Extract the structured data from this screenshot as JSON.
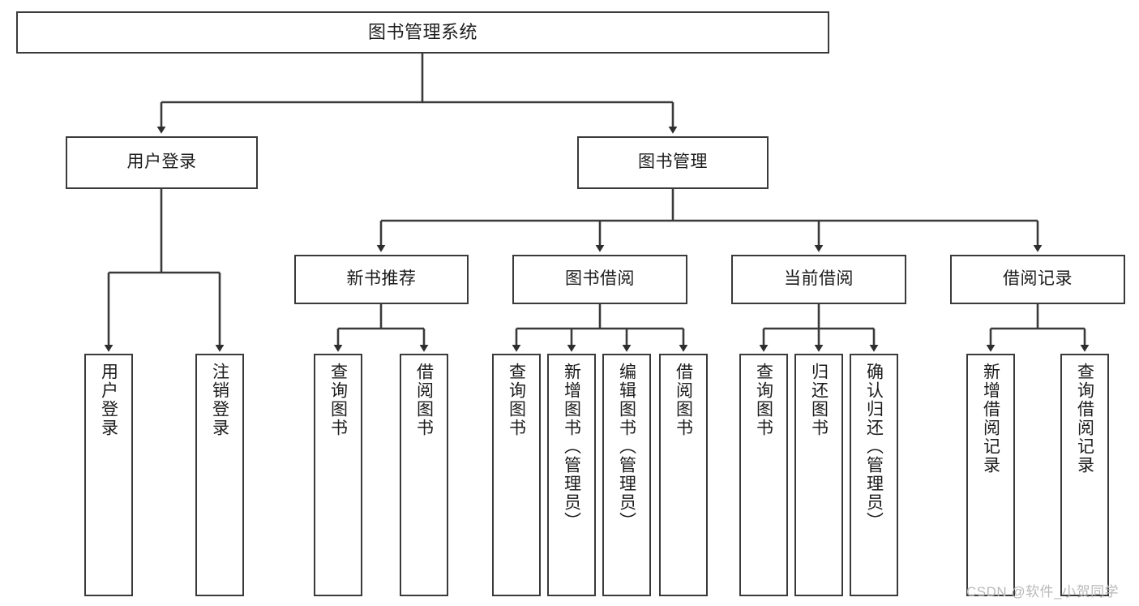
{
  "diagram": {
    "type": "tree-hierarchy-chart",
    "title": "图书管理系统",
    "stroke_color": "#3a3a3a",
    "box_fill": "#ffffff",
    "text_color": "#1c1c1c",
    "nodes": {
      "root": {
        "label": "图书管理系统"
      },
      "level1": [
        {
          "id": "user-login",
          "label": "用户登录"
        },
        {
          "id": "book-management",
          "label": "图书管理"
        }
      ],
      "level2": [
        {
          "id": "new-book-recommend",
          "label": "新书推荐"
        },
        {
          "id": "book-borrow",
          "label": "图书借阅"
        },
        {
          "id": "current-borrow",
          "label": "当前借阅"
        },
        {
          "id": "borrow-record",
          "label": "借阅记录"
        }
      ],
      "leaves": [
        {
          "id": "leaf-user-login",
          "label": "用户登录",
          "parent": "user-login"
        },
        {
          "id": "leaf-logout-login",
          "label": "注销登录",
          "parent": "user-login"
        },
        {
          "id": "leaf-query-book-1",
          "label": "查询图书",
          "parent": "new-book-recommend"
        },
        {
          "id": "leaf-borrow-book-1",
          "label": "借阅图书",
          "parent": "new-book-recommend"
        },
        {
          "id": "leaf-query-book-2",
          "label": "查询图书",
          "parent": "book-borrow"
        },
        {
          "id": "leaf-add-book",
          "label": "新增图书（管理员）",
          "parent": "book-borrow"
        },
        {
          "id": "leaf-edit-book",
          "label": "编辑图书（管理员）",
          "parent": "book-borrow"
        },
        {
          "id": "leaf-borrow-book-2",
          "label": "借阅图书",
          "parent": "book-borrow"
        },
        {
          "id": "leaf-query-book-3",
          "label": "查询图书",
          "parent": "current-borrow"
        },
        {
          "id": "leaf-return-book",
          "label": "归还图书",
          "parent": "current-borrow"
        },
        {
          "id": "leaf-confirm-return",
          "label": "确认归还（管理员）",
          "parent": "current-borrow"
        },
        {
          "id": "leaf-add-record",
          "label": "新增借阅记录",
          "parent": "borrow-record"
        },
        {
          "id": "leaf-query-record",
          "label": "查询借阅记录",
          "parent": "borrow-record"
        }
      ]
    }
  },
  "watermark": {
    "text": "CSDN @软件_小贺同学"
  }
}
